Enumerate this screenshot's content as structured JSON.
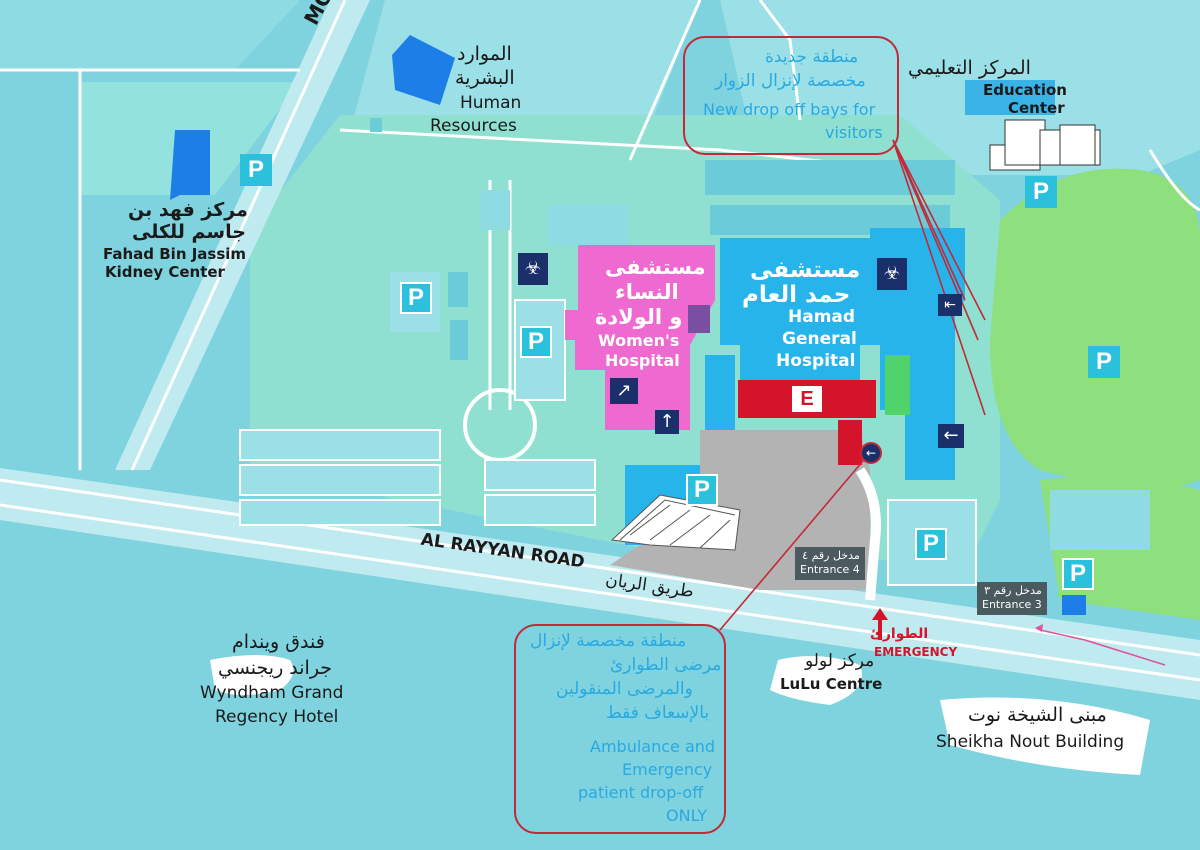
{
  "map": {
    "road_names": {
      "mohammed_partial": "MOHA",
      "al_rayyan_en": "AL RAYYAN ROAD",
      "al_rayyan_ar": "طريق الريان"
    },
    "labels": {
      "hr_ar_1": "الموارد",
      "hr_ar_2": "البشرية",
      "hr_en_1": "Human",
      "hr_en_2": "Resources",
      "kidney_ar_1": "مركز فهد بن",
      "kidney_ar_2": "جاسم للكلى",
      "kidney_en_1": "Fahad Bin Jassim",
      "kidney_en_2": "Kidney Center",
      "womens_ar_1": "مستشفى",
      "womens_ar_2": "النساء",
      "womens_ar_3": "و الولادة",
      "womens_en_1": "Women's",
      "womens_en_2": "Hospital",
      "hamad_ar_1": "مستشفى",
      "hamad_ar_2": "حمد العام",
      "hamad_en_1": "Hamad",
      "hamad_en_2": "General",
      "hamad_en_3": "Hospital",
      "education_ar": "المركز التعليمي",
      "education_en_1": "Education",
      "education_en_2": "Center",
      "wyndham_ar_1": "فندق ويندام",
      "wyndham_ar_2": "جراند ريجنسي",
      "wyndham_en_1": "Wyndham Grand",
      "wyndham_en_2": "Regency Hotel",
      "lulu_ar": "مركز لولو",
      "lulu_en": "LuLu Centre",
      "nout_ar": "مبنى الشيخة نوت",
      "nout_en": "Sheikha Nout Building",
      "emergency_ar": "الطوارئ",
      "emergency_en": "EMERGENCY",
      "emergency_sign": "E",
      "parking": "P"
    },
    "entrances": {
      "entrance4_ar": "مدخل رقم ٤",
      "entrance4_en": "Entrance 4",
      "entrance3_ar": "مدخل رقم ٣",
      "entrance3_en": "Entrance 3"
    },
    "notes": {
      "visitors_ar_1": "منطقة جديدة",
      "visitors_ar_2": "مخصصة لإنزال الزوار",
      "visitors_en_1": "New drop off bays for",
      "visitors_en_2": "visitors",
      "ambulance_ar_1": "منطقة مخصصة لإنزال",
      "ambulance_ar_2": "مرضى الطوارئ",
      "ambulance_ar_3": "والمرضى المنقولين",
      "ambulance_ar_4": "بالإسعاف فقط",
      "ambulance_en_1": "Ambulance and",
      "ambulance_en_2": "Emergency",
      "ambulance_en_3": "patient drop-off",
      "ambulance_en_4": "ONLY"
    },
    "colors": {
      "background": "#7fd3df",
      "block": "#9ae0e6",
      "green": "#8ee07e",
      "womens_hospital": "#ef6ad0",
      "hamad_hospital": "#27b4ea",
      "emergency_red": "#d4142a",
      "navy": "#1b2f6b",
      "note_border": "#c22a3a"
    }
  }
}
